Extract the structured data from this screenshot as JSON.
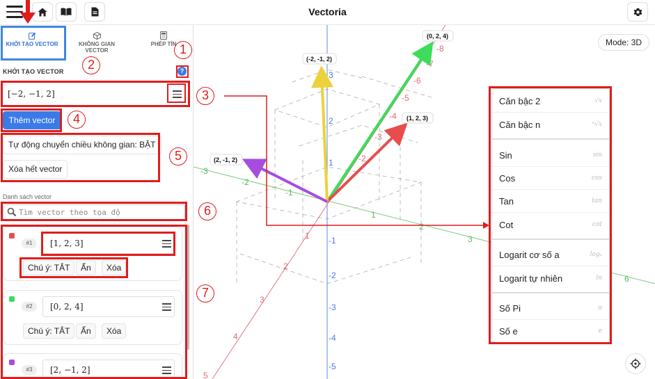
{
  "app": {
    "title": "Vectoria"
  },
  "tabs": [
    {
      "label_line1": "KHỞI TẠO VECTOR",
      "label_line2": ""
    },
    {
      "label_line1": "KHÔNG GIAN",
      "label_line2": "VECTOR"
    },
    {
      "label_line1": "PHÉP TÍN",
      "label_line2": ""
    }
  ],
  "init": {
    "section_title": "KHỞI TẠO VECTOR",
    "input_value": "[−2, −1, 2]",
    "add_button": "Thêm vector",
    "auto_projection": "Tự động chuyển chiều không gian: BẬT",
    "clear_all": "Xóa hết vector"
  },
  "vector_list": {
    "title": "Danh sách vector",
    "search_placeholder": "Tìm vector theo tọa độ",
    "items": [
      {
        "num": "#1",
        "value": "[1, 2, 3]",
        "color": "#e84c4c",
        "note": "Chú ý: TẮT",
        "hide": "Ẩn",
        "delete": "Xóa"
      },
      {
        "num": "#2",
        "value": "[0, 2, 4]",
        "color": "#3ddc5b",
        "note": "Chú ý: TẮT",
        "hide": "Ẩn",
        "delete": "Xóa"
      },
      {
        "num": "#3",
        "value": "[2, −1, 2]",
        "color": "#a64de0",
        "note": "",
        "hide": "",
        "delete": ""
      }
    ]
  },
  "graph": {
    "mode_label": "Mode: 3D",
    "vector_labels": [
      "(0, 2, 4)",
      "(-2, -1, 2)",
      "(1, 2, 3)",
      "(2, -1, 2)"
    ],
    "x_ticks": [
      "-3",
      "-2",
      "-1",
      "1",
      "2",
      "3",
      "6"
    ],
    "y_ticks": [
      "-8",
      "-7",
      "-6",
      "-5",
      "-4",
      "-3",
      "-2",
      "1",
      "2"
    ],
    "z_ticks_up": [
      "3",
      "2",
      "1"
    ],
    "z_ticks_down": [
      "-1",
      "-2",
      "-3",
      "-4",
      "-5"
    ],
    "diag_ticks": [
      "1",
      "2",
      "3",
      "4",
      "5"
    ],
    "colors": {
      "red": "#e84c4c",
      "green": "#3ddc5b",
      "yellow": "#ecd23a",
      "purple": "#a64de0",
      "x_axis": "#6cc36c",
      "y_axis": "#e06a78",
      "z_axis": "#4a7be0"
    }
  },
  "function_menu": {
    "items": [
      {
        "label": "Căn bậc 2",
        "symbol": "√x"
      },
      {
        "label": "Căn bậc n",
        "symbol": "ⁿ√x"
      },
      {
        "label": "Sin",
        "symbol": "sin"
      },
      {
        "label": "Cos",
        "symbol": "cos"
      },
      {
        "label": "Tan",
        "symbol": "tan"
      },
      {
        "label": "Cot",
        "symbol": "cot"
      },
      {
        "label": "Logarit cơ số a",
        "symbol": "logₐ"
      },
      {
        "label": "Logarit tự nhiên",
        "symbol": "ln"
      },
      {
        "label": "Số Pi",
        "symbol": "π"
      },
      {
        "label": "Số e",
        "symbol": "e"
      }
    ]
  },
  "annotations": [
    "1",
    "2",
    "3",
    "4",
    "5",
    "6",
    "7"
  ]
}
